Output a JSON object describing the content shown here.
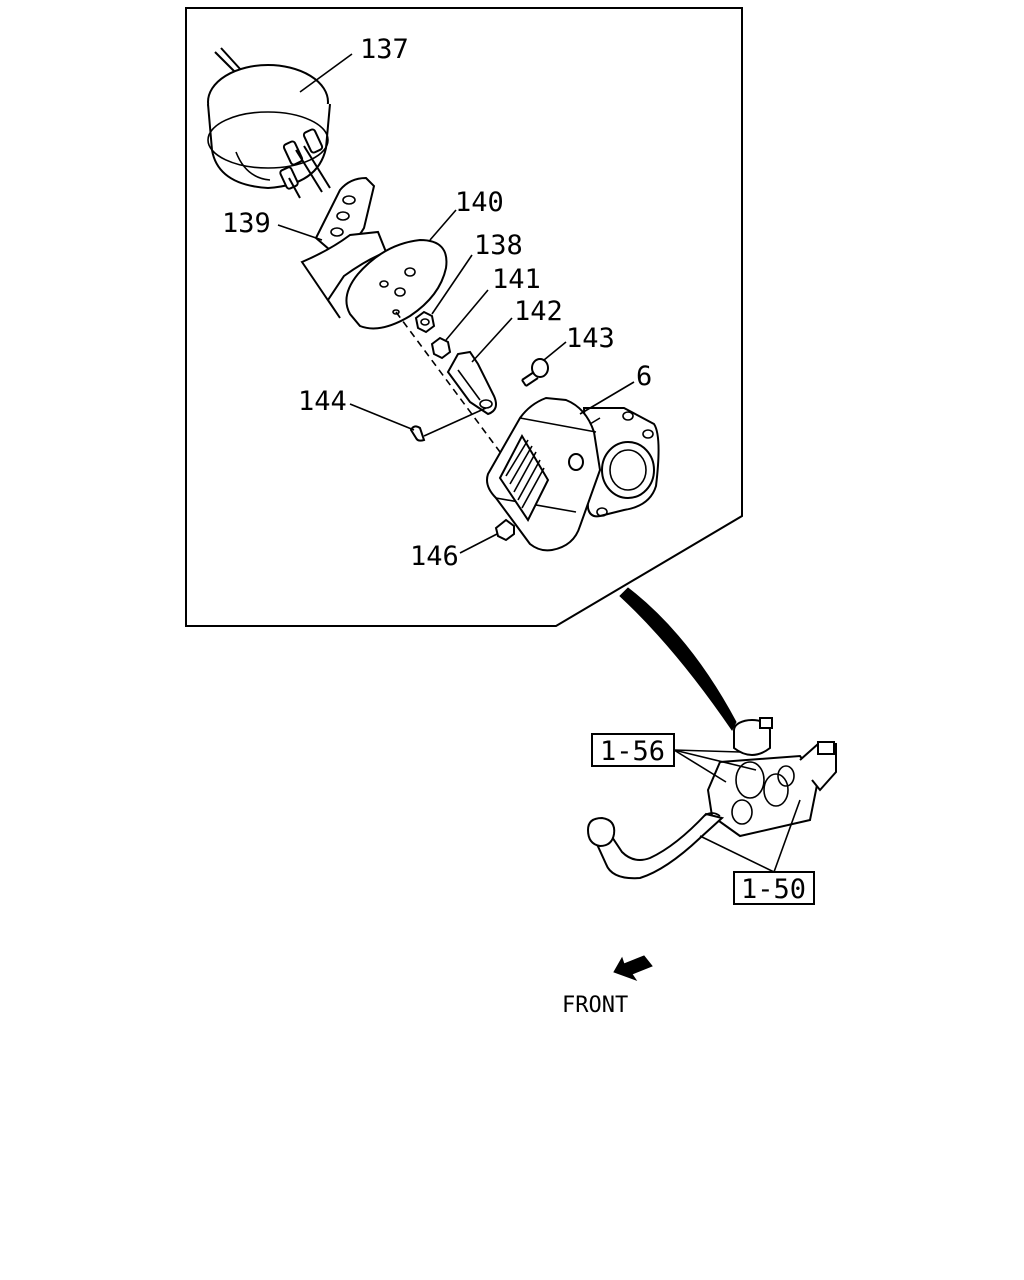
{
  "callouts": {
    "p137": "137",
    "p139": "139",
    "p140": "140",
    "p138": "138",
    "p141": "141",
    "p142": "142",
    "p143": "143",
    "p6": "6",
    "p144": "144",
    "p146": "146"
  },
  "references": {
    "ref_156": "1-56",
    "ref_150": "1-50"
  },
  "direction": {
    "front_label": "FRONT"
  }
}
